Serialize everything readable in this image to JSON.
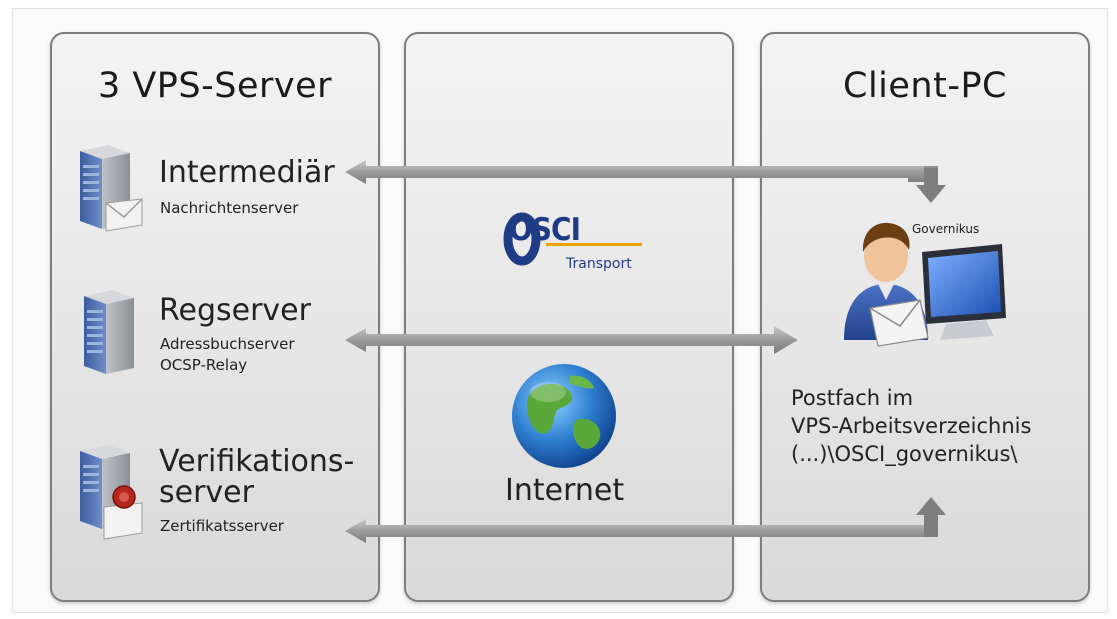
{
  "panels": {
    "left": {
      "title": "3 VPS-Server"
    },
    "middle": {
      "title": ""
    },
    "right": {
      "title": "Client-PC"
    }
  },
  "servers": [
    {
      "name": "Intermediär",
      "sub": [
        "Nachrichtenserver"
      ],
      "icon": "server-mail-icon"
    },
    {
      "name": "Regserver",
      "sub": [
        "Adressbuchserver",
        "OCSP-Relay"
      ],
      "icon": "server-icon"
    },
    {
      "name_lines": [
        "Verifikations-",
        "server"
      ],
      "sub": [
        "Zertifikatsserver"
      ],
      "icon": "server-certificate-icon"
    }
  ],
  "middle": {
    "logo_main": "OSCI",
    "logo_sub": "Transport",
    "internet_label": "Internet",
    "globe_icon": "globe-icon"
  },
  "client": {
    "user_label": "Governikus",
    "user_icon": "user-computer-mail-icon",
    "mailbox_lines": [
      "Postfach im",
      "VPS-Arbeitsverzeichnis",
      "(...)\\OSCI_governikus\\"
    ]
  },
  "colors": {
    "panel_border": "#7d7d7d",
    "arrow": "#8e8e8e",
    "osci_blue": "#1f3b86",
    "osci_orange": "#f0a400"
  }
}
